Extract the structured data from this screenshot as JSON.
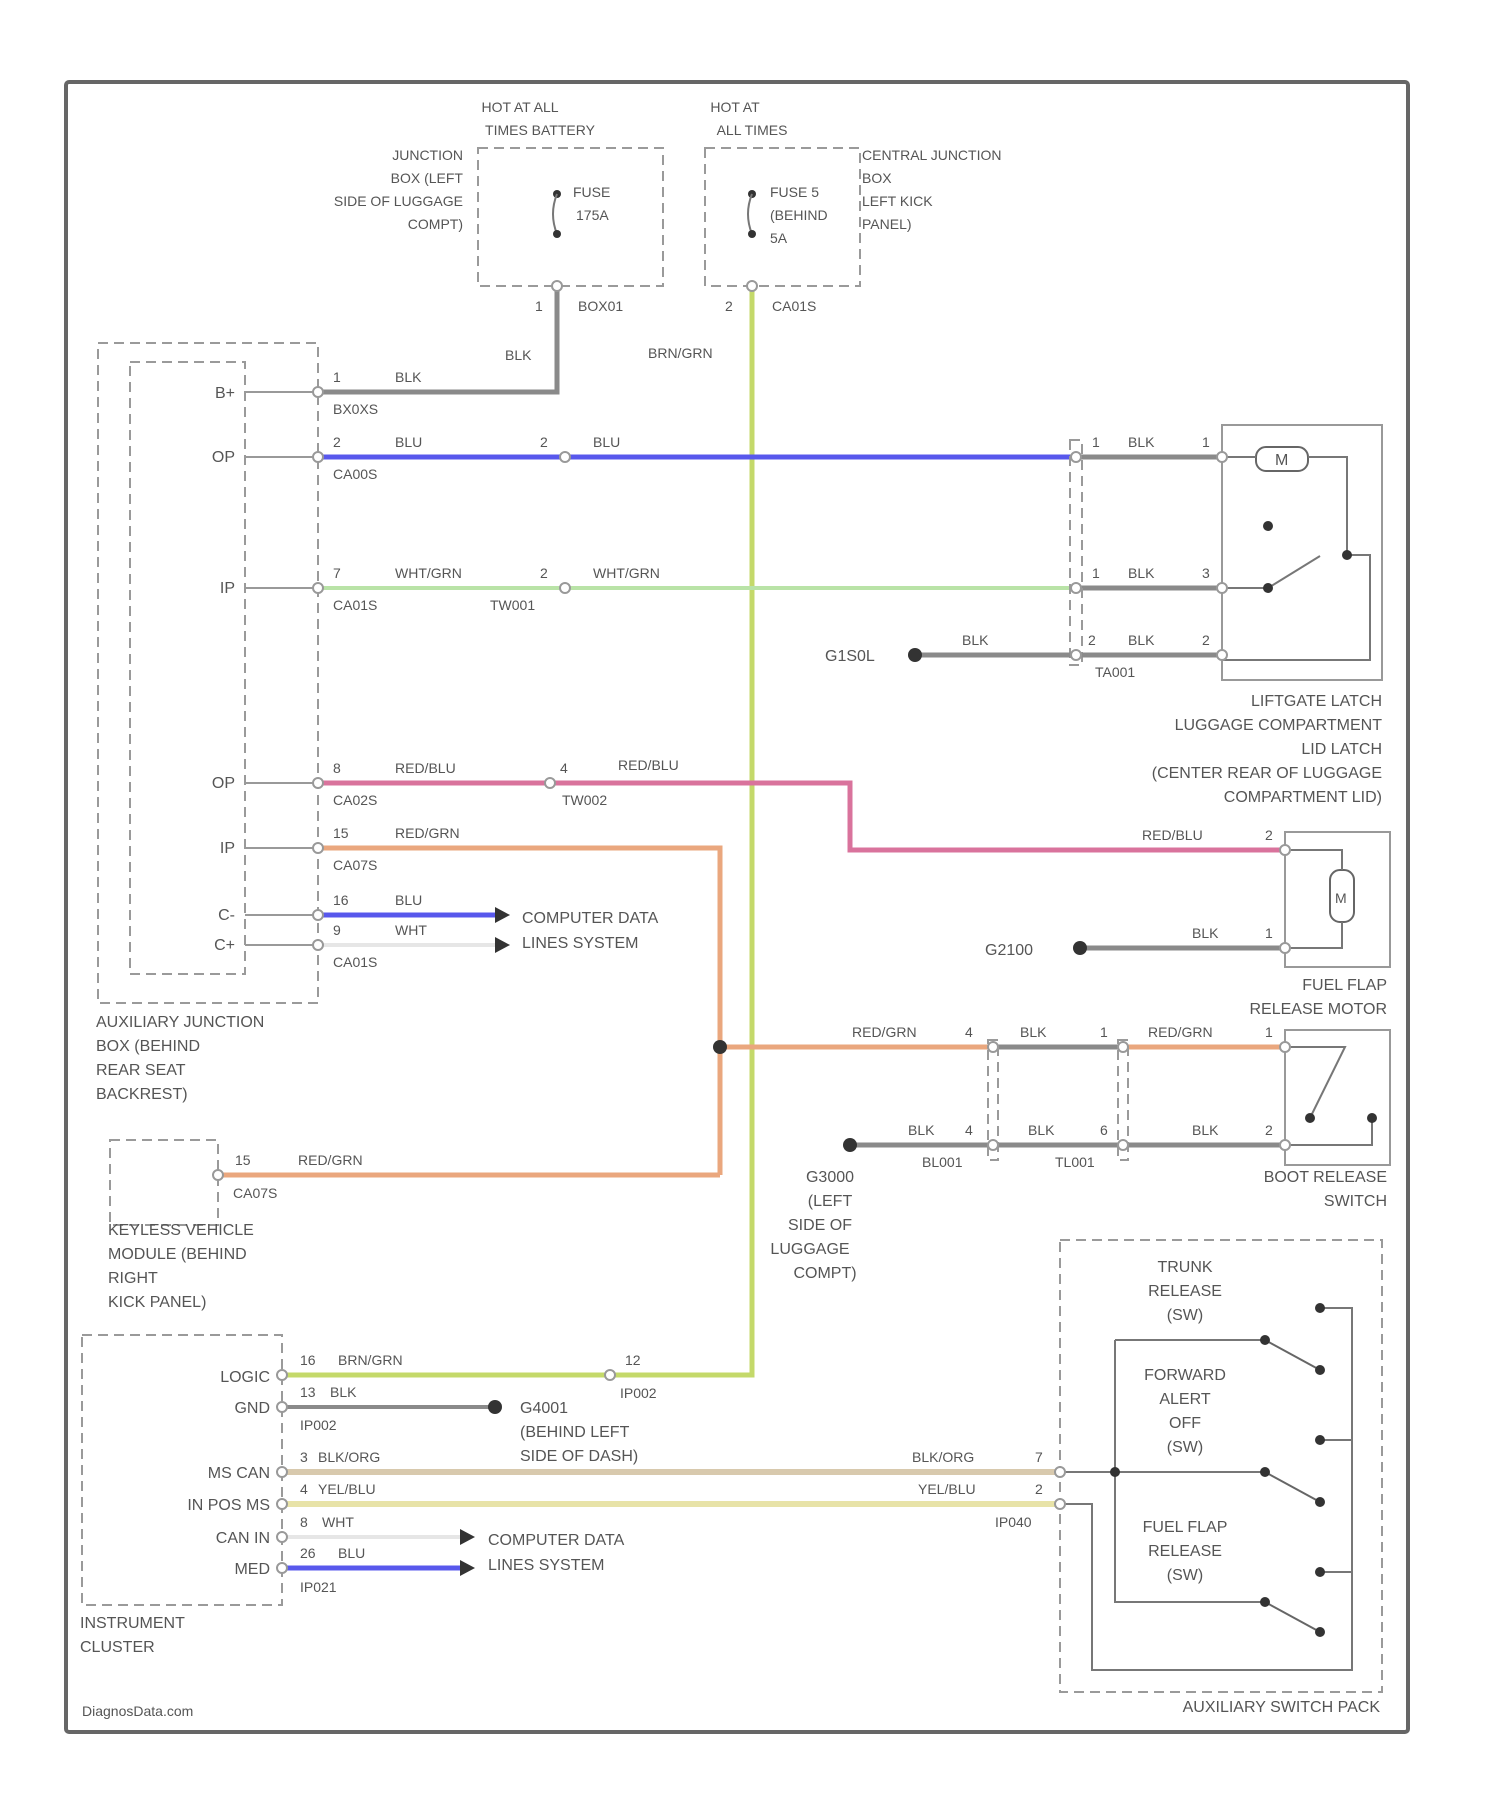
{
  "colors": {
    "blk": "#8a8a8a",
    "blu": "#5858ec",
    "brn_grn": "#c4d96a",
    "wht_grn": "#b9e3a7",
    "red_blu": "#d9739c",
    "red_grn": "#eaa77e",
    "blk_org": "#d8c9ad",
    "yel_blu": "#e8e3a8"
  },
  "power": {
    "hot_battery_line1": "HOT AT ALL",
    "hot_battery_line2": "TIMES BATTERY",
    "hot_all_line1": "HOT AT",
    "hot_all_line2": "ALL TIMES",
    "jbox_left": [
      "JUNCTION",
      "BOX (LEFT",
      "SIDE OF LUGGAGE",
      "COMPT)"
    ],
    "fuse_a": [
      "FUSE",
      "175A"
    ],
    "fuse_b": [
      "FUSE 5",
      "(BEHIND",
      "5A"
    ],
    "central_jbox": [
      "CENTRAL JUNCTION",
      "BOX",
      "LEFT KICK",
      "PANEL)"
    ],
    "pin_a": "1",
    "conn_a": "BOX01",
    "pin_b": "2",
    "conn_b": "CA01S"
  },
  "wires": {
    "blk": "BLK",
    "brn_grn": "BRN/GRN",
    "blu": "BLU",
    "wht_grn": "WHT/GRN",
    "red_blu": "RED/BLU",
    "red_grn": "RED/GRN",
    "wht": "WHT",
    "blk_org": "BLK/ORG",
    "yel_blu": "YEL/BLU"
  },
  "aux_box": {
    "pins": [
      "B+",
      "OP",
      "IP",
      "OP",
      "IP",
      "C-",
      "C+"
    ],
    "label": [
      "AUXILIARY JUNCTION",
      "BOX (BEHIND",
      "REAR SEAT",
      "BACKREST)"
    ],
    "pin_nums": [
      "1",
      "2",
      "7",
      "8",
      "15",
      "16",
      "9"
    ],
    "connectors": [
      "BX0XS",
      "CA00S",
      "CA01S",
      "CA02S",
      "CA07S",
      "CA01S"
    ],
    "mid_pins": [
      "1",
      "2",
      "4"
    ],
    "mid_conns": [
      "TW001",
      "TW002"
    ]
  },
  "computer_data": [
    "COMPUTER DATA",
    "LINES SYSTEM"
  ],
  "liftgate": {
    "label": [
      "LIFTGATE LATCH",
      "LUGGAGE COMPARTMENT",
      "LID LATCH",
      "(CENTER REAR OF LUGGAGE",
      "COMPARTMENT LID)"
    ],
    "motor": "M",
    "ground": "G1S0L",
    "pins": [
      "1",
      "1",
      "1",
      "3",
      "2",
      "2"
    ],
    "connector": "TA001"
  },
  "fuel_flap": {
    "label": [
      "FUEL FLAP",
      "RELEASE MOTOR"
    ],
    "motor": "M",
    "ground": "G2100",
    "pins": [
      "2",
      "1"
    ]
  },
  "boot_release": {
    "label": [
      "BOOT RELEASE",
      "SWITCH"
    ],
    "pins": [
      "4",
      "1",
      "1",
      "2",
      "4",
      "6"
    ],
    "connectors": [
      "BL001",
      "TL001"
    ]
  },
  "ground_compt": [
    "G3000",
    "(LEFT",
    "SIDE OF",
    "LUGGAGE",
    "COMPT)"
  ],
  "keyless": {
    "label": [
      "KEYLESS VEHICLE",
      "MODULE (BEHIND",
      "RIGHT",
      "KICK PANEL)"
    ],
    "pin": "15",
    "connector": "CA07S"
  },
  "cluster": {
    "label": [
      "INSTRUMENT",
      "CLUSTER"
    ],
    "pins": [
      "LOGIC",
      "GND",
      "MS CAN",
      "IN POS MS",
      "CAN IN",
      "MED"
    ],
    "pin_nums": [
      "16",
      "13",
      "3",
      "4",
      "8",
      "26"
    ],
    "connectors": [
      "IP002",
      "IP021"
    ],
    "splice_pin": "12",
    "splice_conn": "IP002"
  },
  "dash_ground": [
    "G4001",
    "(BEHIND LEFT",
    "SIDE OF DASH)"
  ],
  "switch_pack": {
    "label": "AUXILIARY SWITCH PACK",
    "trunk": [
      "TRUNK",
      "RELEASE",
      "(SW)"
    ],
    "forward": [
      "FORWARD",
      "ALERT",
      "OFF",
      "(SW)"
    ],
    "fuel": [
      "FUEL FLAP",
      "RELEASE",
      "(SW)"
    ],
    "pins": [
      "7",
      "2"
    ],
    "connector": "IP040"
  },
  "watermark": "DiagnosData.com"
}
